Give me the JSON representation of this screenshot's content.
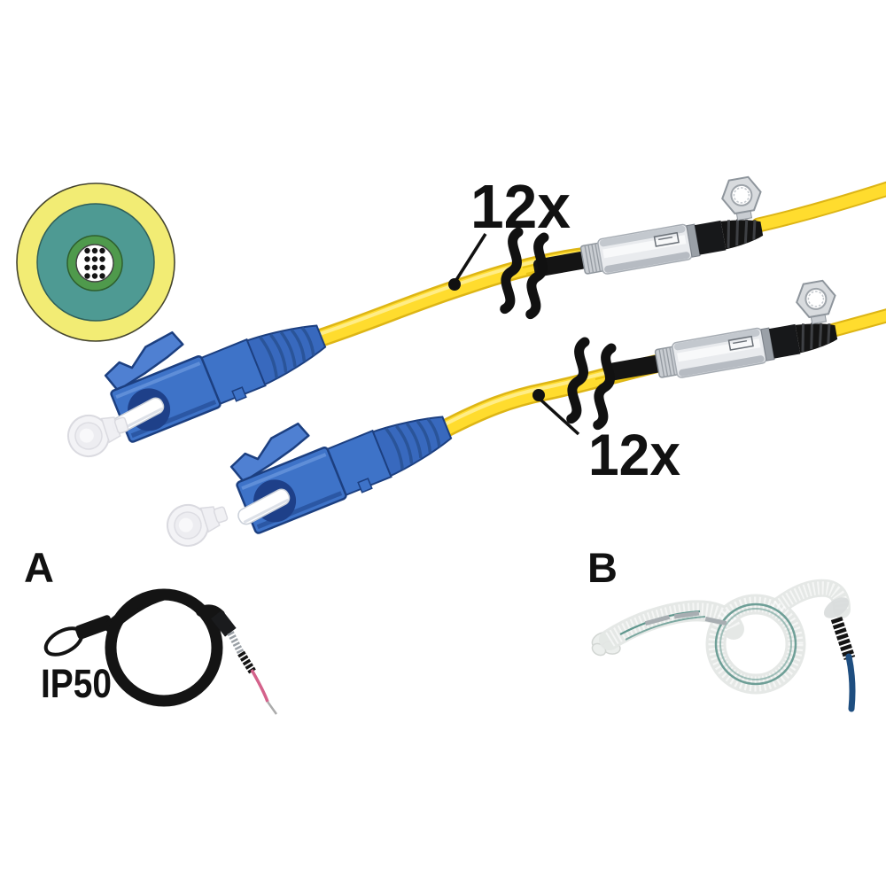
{
  "page": {
    "background": "#FFFFFF",
    "description": "Fiber optic breakout cable illustration with LC connectors and pulling eyes"
  },
  "labels": {
    "fiber_count_top": "12x",
    "fiber_count_bottom": "12x",
    "variant_a": "A",
    "variant_b": "B",
    "ingress_protection": "IP50"
  },
  "cross_section": {
    "fiber_count": 12,
    "rows": 4,
    "cols": 3,
    "jacket_color": "#F2EC74",
    "inner_color": "#4E9A93",
    "buffer_color": "#4F9A4C",
    "core_color": "#FFFFFF",
    "fiber_dot_color": "#141414"
  },
  "colors": {
    "cable_jacket": "#FFDC2E",
    "cable_edge": "#DDB515",
    "cable_highlight": "#FFF097",
    "connector_blue": "#3E73C8",
    "connector_boot_blue": "#3869BE",
    "latch_blue": "#4F80D2",
    "label_text": "#111111",
    "metal_light": "#E9EBEE",
    "metal_ring": "#D8DBDE",
    "black_part": "#141414",
    "fiber_pink": "#D4628B",
    "cable_b_blue": "#1E4E80",
    "mesh_grey": "#E4E7E5",
    "fiber_teal": "#5F968D"
  }
}
